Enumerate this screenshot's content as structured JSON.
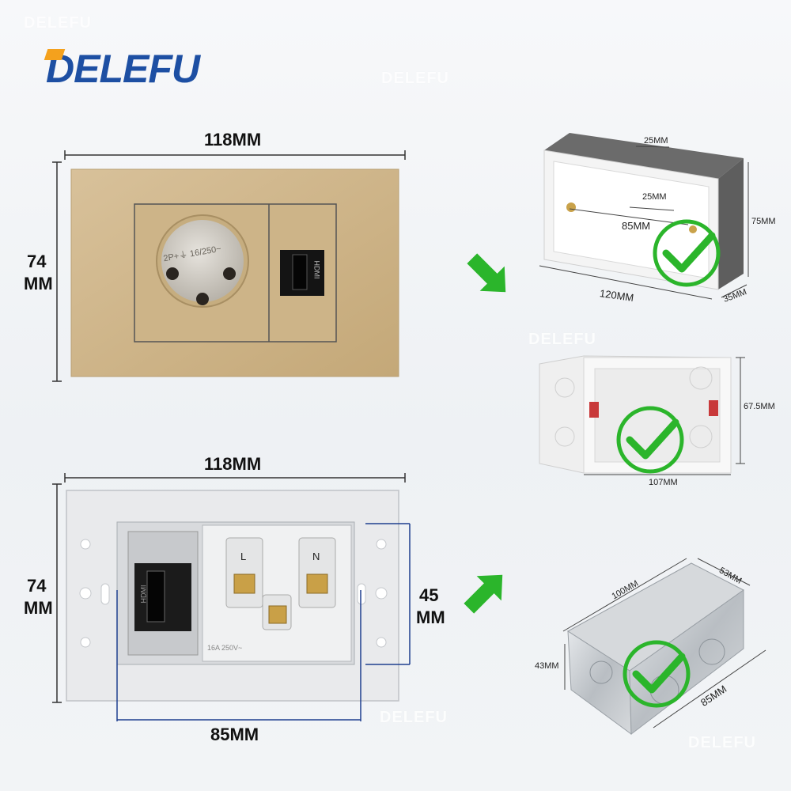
{
  "brand": {
    "logo_text": "DELEFU",
    "watermark": "DELEFU"
  },
  "colors": {
    "brand_blue": "#1d4fa3",
    "brand_orange": "#f4a11d",
    "gold_plate": "#cfb58c",
    "check_green": "#2bb52b",
    "dimension_blue": "#1f3f8f"
  },
  "top_panel": {
    "width_label": "118MM",
    "height_label_line1": "74",
    "height_label_line2": "MM",
    "socket_text": "2P+⏚ 16/250~",
    "port_label": "HDMI"
  },
  "bottom_panel": {
    "width_label": "118MM",
    "height_label_line1": "74",
    "height_label_line2": "MM",
    "inner_height_line1": "45",
    "inner_height_line2": "MM",
    "inner_width_label": "85MM",
    "socket_L": "L",
    "socket_N": "N",
    "socket_rating": "16A 250V~",
    "port_label": "HDMI"
  },
  "box1": {
    "slot_top": "25MM",
    "slot_inner": "25MM",
    "depth_inner": "85MM",
    "height": "75MM",
    "width": "120MM",
    "depth": "35MM"
  },
  "box2": {
    "height": "67.5MM",
    "width": "107MM"
  },
  "box3": {
    "length": "100MM",
    "depth": "53MM",
    "height": "43MM",
    "width": "85MM"
  },
  "icons": [
    "green-arrow-icon",
    "green-check-icon"
  ]
}
